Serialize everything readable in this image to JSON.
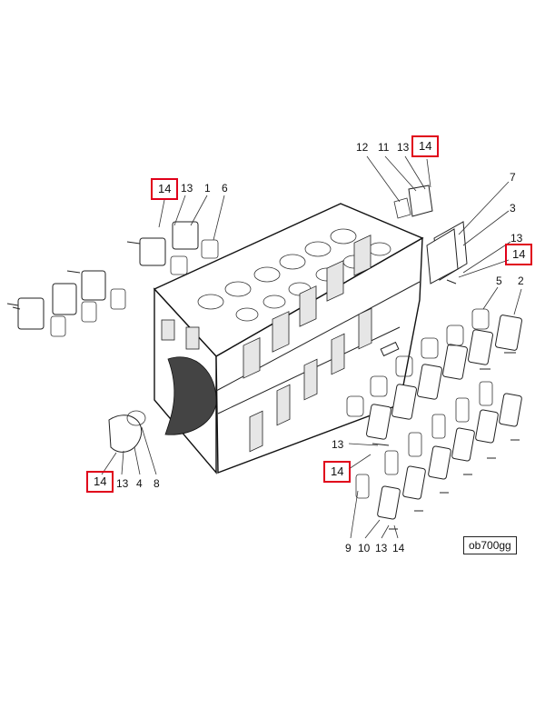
{
  "diagram": {
    "reference_code": "ob700gg",
    "callouts": [
      {
        "id": "c-14-top-left",
        "label": "14",
        "highlighted": true
      },
      {
        "id": "c-13-top-left",
        "label": "13",
        "highlighted": false
      },
      {
        "id": "c-1",
        "label": "1",
        "highlighted": false
      },
      {
        "id": "c-6",
        "label": "6",
        "highlighted": false
      },
      {
        "id": "c-12",
        "label": "12",
        "highlighted": false
      },
      {
        "id": "c-11",
        "label": "11",
        "highlighted": false
      },
      {
        "id": "c-13-top",
        "label": "13",
        "highlighted": false
      },
      {
        "id": "c-14-top",
        "label": "14",
        "highlighted": true
      },
      {
        "id": "c-7",
        "label": "7",
        "highlighted": false
      },
      {
        "id": "c-3",
        "label": "3",
        "highlighted": false
      },
      {
        "id": "c-13-right",
        "label": "13",
        "highlighted": false
      },
      {
        "id": "c-14-right",
        "label": "14",
        "highlighted": true
      },
      {
        "id": "c-5",
        "label": "5",
        "highlighted": false
      },
      {
        "id": "c-2",
        "label": "2",
        "highlighted": false
      },
      {
        "id": "c-13-mid",
        "label": "13",
        "highlighted": false
      },
      {
        "id": "c-14-mid",
        "label": "14",
        "highlighted": true
      },
      {
        "id": "c-14-bottom-left",
        "label": "14",
        "highlighted": true
      },
      {
        "id": "c-13-bottom-left",
        "label": "13",
        "highlighted": false
      },
      {
        "id": "c-4",
        "label": "4",
        "highlighted": false
      },
      {
        "id": "c-8",
        "label": "8",
        "highlighted": false
      },
      {
        "id": "c-9",
        "label": "9",
        "highlighted": false
      },
      {
        "id": "c-10",
        "label": "10",
        "highlighted": false
      },
      {
        "id": "c-13-bottom",
        "label": "13",
        "highlighted": false
      },
      {
        "id": "c-14-bottom",
        "label": "14",
        "highlighted": false
      }
    ],
    "colors": {
      "highlight_box": "#e0001a",
      "line": "#222222"
    }
  }
}
